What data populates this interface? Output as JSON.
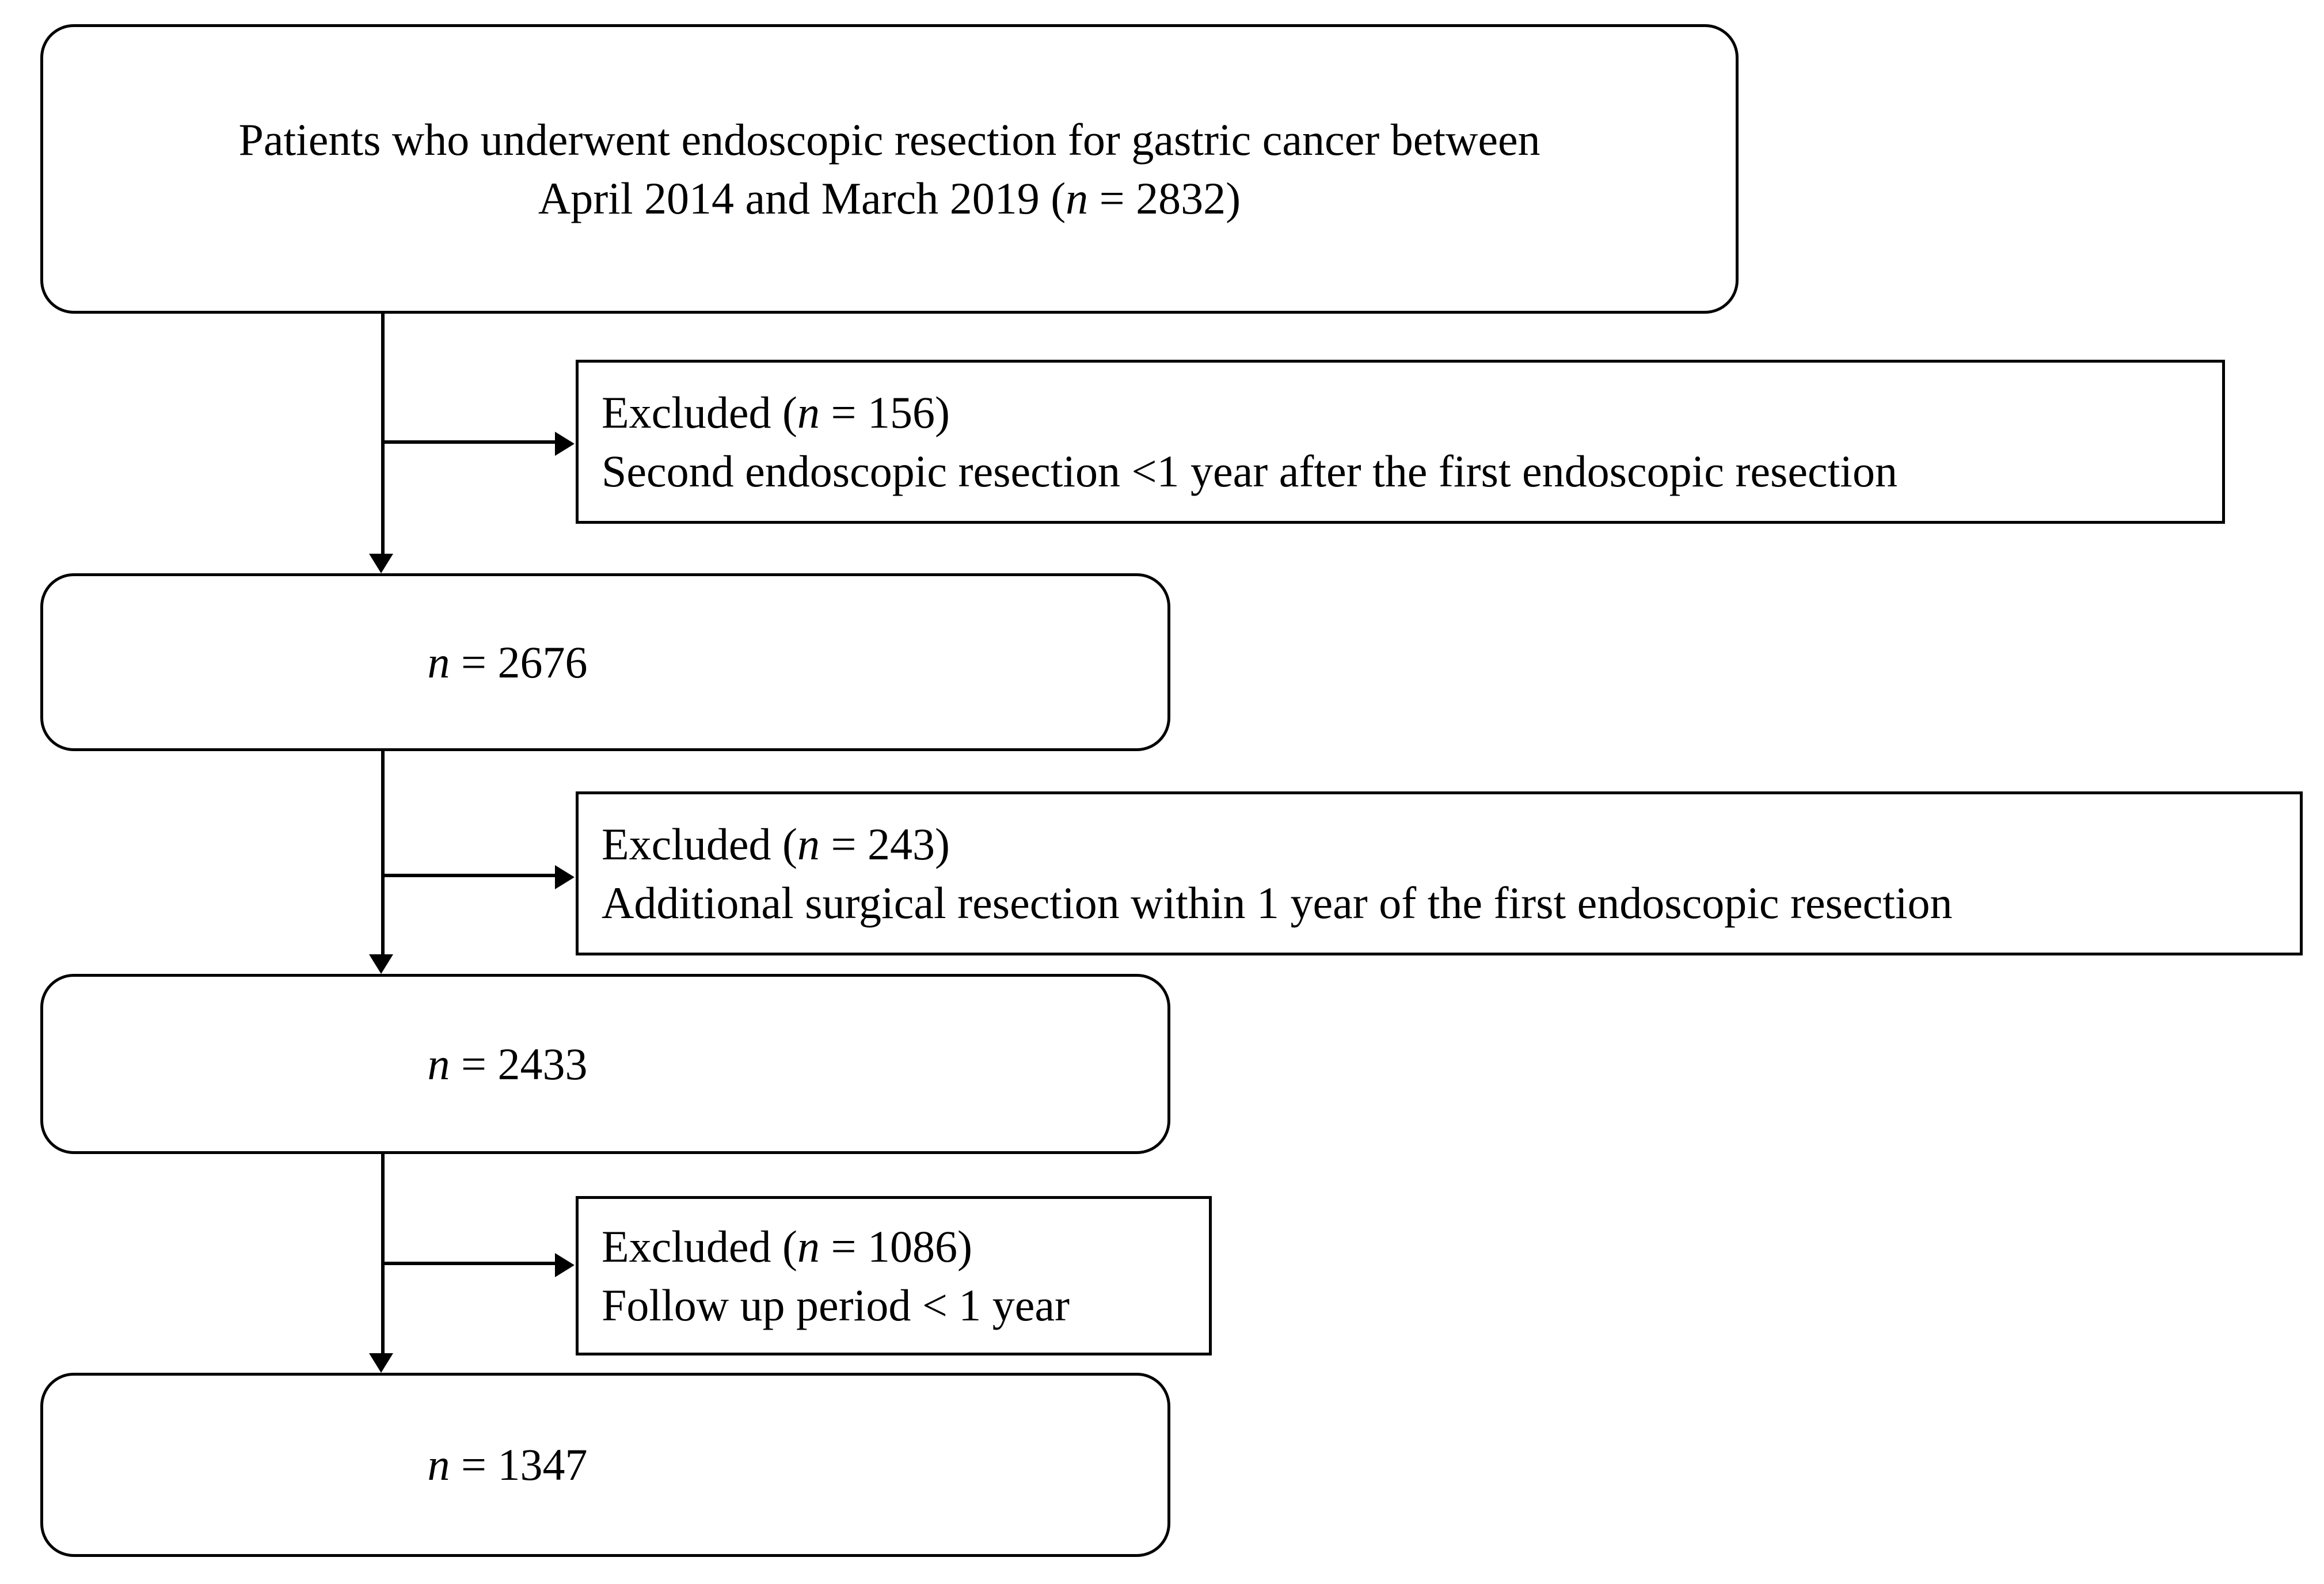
{
  "diagram": {
    "type": "flowchart",
    "title": "Patient selection flow diagram",
    "colors": {
      "background": "#ffffff",
      "stroke": "#000000",
      "text": "#000000"
    },
    "nodes": [
      {
        "id": "cohort-initial",
        "shape": "rounded-rectangle",
        "align": "center",
        "lines": [
          "Patients who underwent endoscopic resection for gastric cancer between",
          "April 2014 and March 2019 (n = 2832)"
        ],
        "line1": "Patients who underwent endoscopic resection for gastric cancer between",
        "line2_prefix": "April 2014 and March 2019 (",
        "line2_italic": "n",
        "line2_suffix": " = 2832)",
        "count": 2832
      },
      {
        "id": "excluded-1",
        "shape": "rectangle",
        "align": "left",
        "line1_prefix": "Excluded (",
        "line1_italic": "n",
        "line1_suffix": " = 156)",
        "line2": "Second endoscopic resection <1 year after the first endoscopic resection",
        "count": 156,
        "reason": "Second endoscopic resection <1 year after the first endoscopic resection"
      },
      {
        "id": "cohort-2676",
        "shape": "rounded-rectangle",
        "align": "center",
        "line_italic": "n",
        "line_suffix": " = 2676",
        "count": 2676
      },
      {
        "id": "excluded-2",
        "shape": "rectangle",
        "align": "left",
        "line1_prefix": "Excluded (",
        "line1_italic": "n",
        "line1_suffix": " = 243)",
        "line2": "Additional surgical resection within 1 year of the first endoscopic resection",
        "count": 243,
        "reason": "Additional surgical resection within 1 year of the first endoscopic resection"
      },
      {
        "id": "cohort-2433",
        "shape": "rounded-rectangle",
        "align": "center",
        "line_italic": "n",
        "line_suffix": " = 2433",
        "count": 2433
      },
      {
        "id": "excluded-3",
        "shape": "rectangle",
        "align": "left",
        "line1_prefix": "Excluded (",
        "line1_italic": "n",
        "line1_suffix": " = 1086)",
        "line2": "Follow up period < 1 year",
        "count": 1086,
        "reason": "Follow up period < 1 year"
      },
      {
        "id": "cohort-final",
        "shape": "rounded-rectangle",
        "align": "center",
        "line_italic": "n",
        "line_suffix": " = 1347",
        "count": 1347
      }
    ],
    "connectors": [
      {
        "id": "spine-1",
        "from": "cohort-initial",
        "to": "cohort-2676",
        "kind": "vertical-arrow"
      },
      {
        "id": "branch-1",
        "from": "spine-1",
        "to": "excluded-1",
        "kind": "horizontal-arrow"
      },
      {
        "id": "spine-2",
        "from": "cohort-2676",
        "to": "cohort-2433",
        "kind": "vertical-arrow"
      },
      {
        "id": "branch-2",
        "from": "spine-2",
        "to": "excluded-2",
        "kind": "horizontal-arrow"
      },
      {
        "id": "spine-3",
        "from": "cohort-2433",
        "to": "cohort-final",
        "kind": "vertical-arrow"
      },
      {
        "id": "branch-3",
        "from": "spine-3",
        "to": "excluded-3",
        "kind": "horizontal-arrow"
      }
    ]
  }
}
